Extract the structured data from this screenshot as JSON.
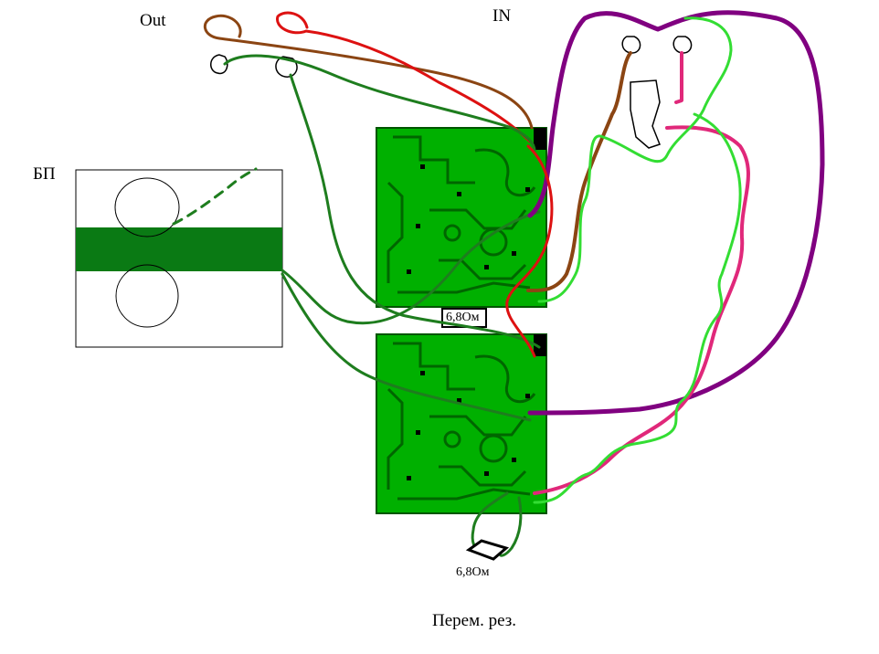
{
  "labels": {
    "out": "Out",
    "in": "IN",
    "power_supply": "БП",
    "resistor_top": "6,8Ом",
    "resistor_bottom": "6,8Ом",
    "potentiometer": "Перем. рез."
  },
  "colors": {
    "board_green": "#00b000",
    "board_dark": "#006600",
    "wire_dark_green": "#1e7d1e",
    "wire_light_green": "#33dd33",
    "wire_brown": "#8b4513",
    "wire_red": "#dd1111",
    "wire_purple": "#800080",
    "wire_pink": "#e0287a",
    "psu_stripe": "#0a7a14"
  }
}
